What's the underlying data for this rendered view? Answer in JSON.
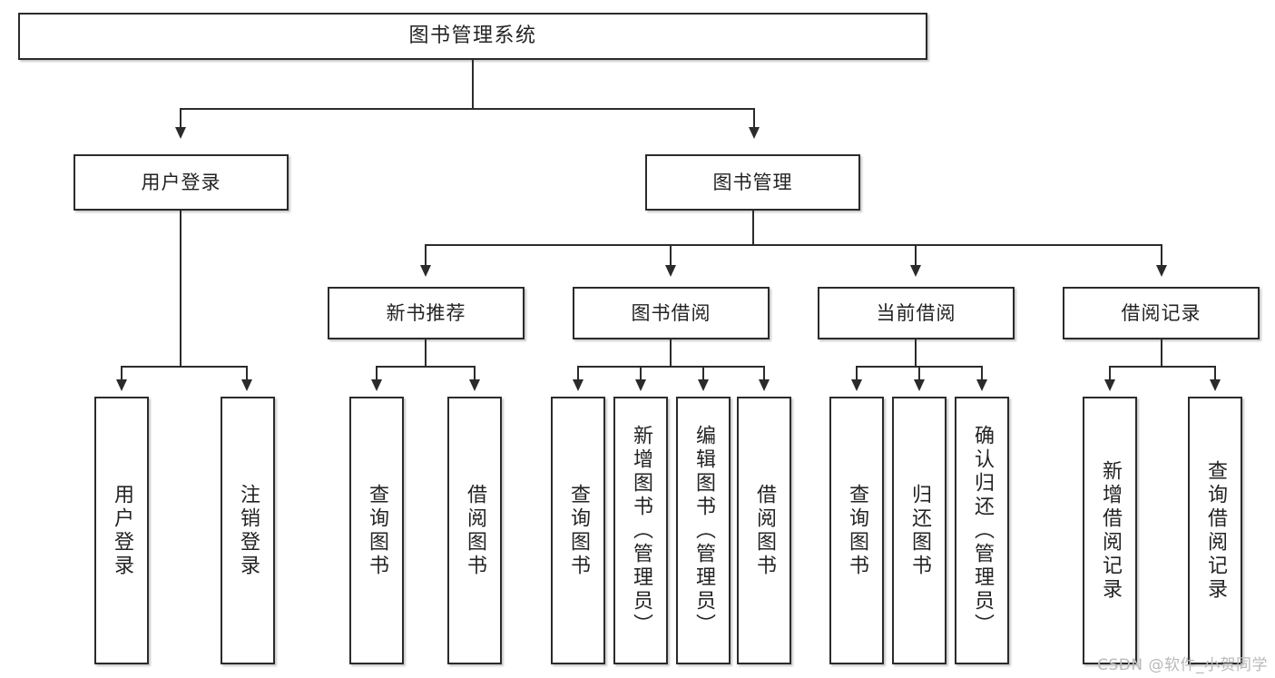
{
  "diagram": {
    "title": "图书管理系统",
    "type": "tree-hierarchy-chart",
    "watermark": "CSDN @软件_小贺同学",
    "colors": {
      "node_border": "#2b2b2b",
      "node_fill": "#ffffff",
      "edge": "#2b2b2b",
      "text": "#232323",
      "watermark": "#b9b9b9",
      "background": "#ffffff"
    }
  },
  "nodes": {
    "root": {
      "label": "图书管理系统"
    },
    "level2": [
      {
        "id": "user-login",
        "label": "用户登录"
      },
      {
        "id": "book-manage",
        "label": "图书管理"
      }
    ],
    "level3": [
      {
        "id": "new-book-recommend",
        "label": "新书推荐"
      },
      {
        "id": "book-borrow",
        "label": "图书借阅"
      },
      {
        "id": "current-borrow",
        "label": "当前借阅"
      },
      {
        "id": "borrow-record",
        "label": "借阅记录"
      }
    ],
    "leaves": {
      "user-login": [
        {
          "id": "leaf-user-login",
          "label": "用户登录"
        },
        {
          "id": "leaf-user-logout",
          "label": "注销登录"
        }
      ],
      "new-book-recommend": [
        {
          "id": "leaf-query-book-1",
          "label": "查询图书"
        },
        {
          "id": "leaf-borrow-book-1",
          "label": "借阅图书"
        }
      ],
      "book-borrow": [
        {
          "id": "leaf-query-book-2",
          "label": "查询图书"
        },
        {
          "id": "leaf-add-book",
          "label": "新增图书（管理员）"
        },
        {
          "id": "leaf-edit-book",
          "label": "编辑图书（管理员）"
        },
        {
          "id": "leaf-borrow-book-2",
          "label": "借阅图书"
        }
      ],
      "current-borrow": [
        {
          "id": "leaf-query-book-3",
          "label": "查询图书"
        },
        {
          "id": "leaf-return-book",
          "label": "归还图书"
        },
        {
          "id": "leaf-confirm-return",
          "label": "确认归还（管理员）"
        }
      ],
      "borrow-record": [
        {
          "id": "leaf-add-record",
          "label": "新增借阅记录"
        },
        {
          "id": "leaf-query-record",
          "label": "查询借阅记录"
        }
      ]
    }
  }
}
